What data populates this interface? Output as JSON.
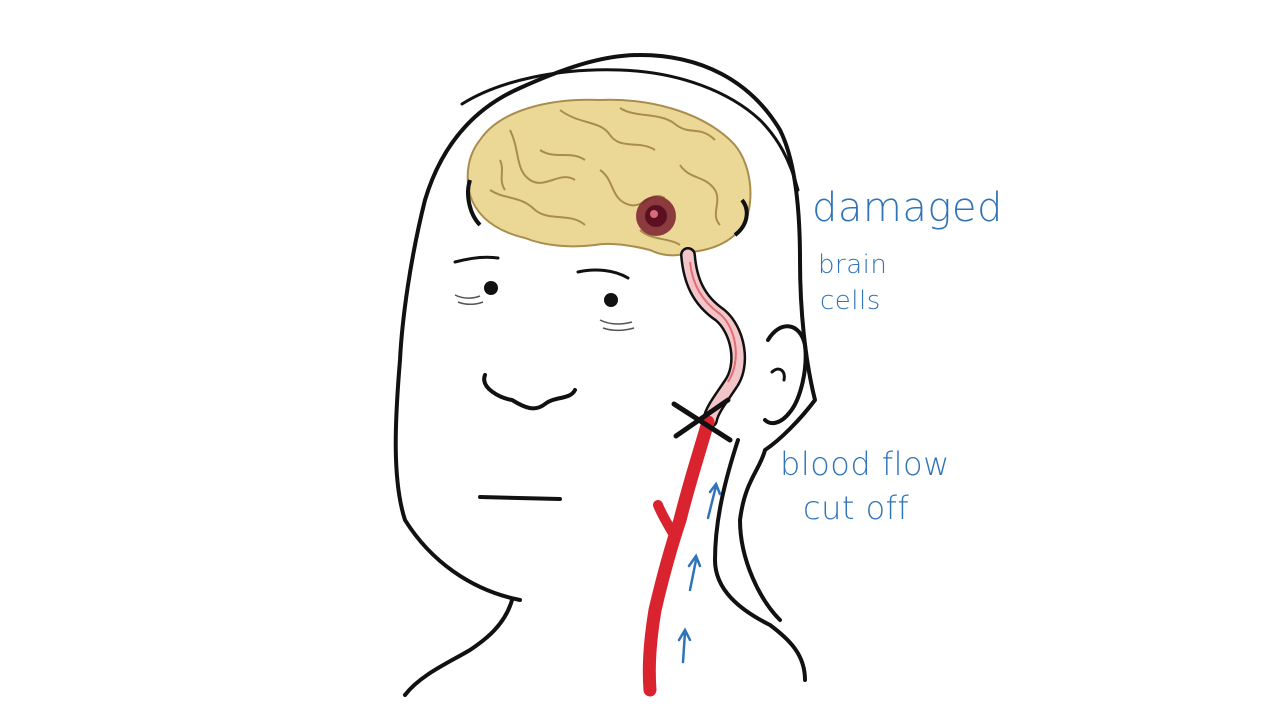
{
  "labels": {
    "damaged": "damaged",
    "brain": "brain",
    "cells": "cells",
    "blood_flow": "blood flow",
    "cut_off": "cut off"
  },
  "colors": {
    "ink": "#111111",
    "annotation_blue": "#2f74b8",
    "artery_red": "#d9232e",
    "brain_fill": "#ecd896",
    "brain_lines": "#a88d4d",
    "damage_spot": "#7a1e2e",
    "vessel_pink": "#f2c6c9",
    "background": "#ffffff"
  },
  "icons": {
    "blockage": "x-mark-icon",
    "flow_arrows": "up-arrow-icon"
  }
}
